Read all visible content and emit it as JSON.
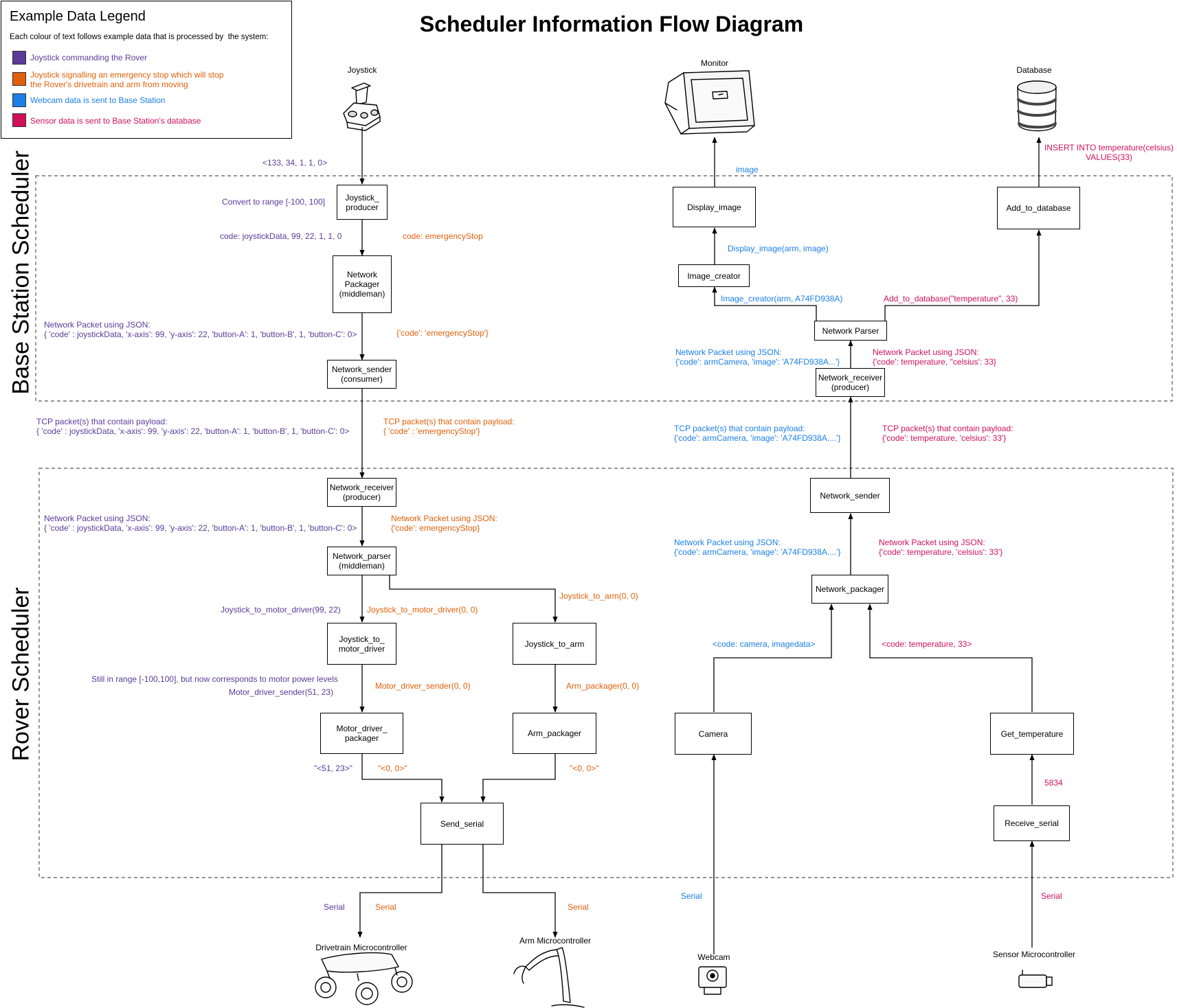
{
  "title": "Scheduler Information Flow Diagram",
  "legend": {
    "heading": "Example Data Legend",
    "description": "Each colour of text follows example data that is processed by  the system:",
    "items": [
      {
        "text": "Joystick commanding the Rover",
        "color": "#5b3a9a"
      },
      {
        "text": "Joystick signalling an emergency stop which will stop\nthe Rover's drivetrain and arm from moving",
        "color": "#e0600a"
      },
      {
        "text": "Webcam data is sent to Base Station",
        "color": "#1a7fe8"
      },
      {
        "text": "Sensor data is sent to Base Station's database",
        "color": "#d0105a"
      }
    ]
  },
  "lanes": {
    "base_station": "Base Station Scheduler",
    "rover": "Rover Scheduler"
  },
  "devices": {
    "joystick": "Joystick",
    "monitor": "Monitor",
    "database": "Database",
    "drivetrain": "Drivetrain Microcontroller",
    "arm": "Arm Microcontroller",
    "webcam": "Webcam",
    "sensor": "Sensor Microcontroller"
  },
  "nodes": {
    "joystick_producer": "Joystick_\nproducer",
    "network_packager_bs": "Network\nPackager\n(middleman)",
    "network_sender_bs": "Network_sender\n(consumer)",
    "display_image": "Display_image",
    "image_creator": "Image_creator",
    "network_parser_bs": "Network Parser",
    "network_receiver_bs": "Network_receiver\n(producer)",
    "add_to_database": "Add_to_database",
    "network_receiver_rv": "Network_receiver\n(producer)",
    "network_parser_rv": "Network_parser\n(middleman)",
    "joystick_to_motor_driver": "Joystick_to_\nmotor_driver",
    "joystick_to_arm": "Joystick_to_arm",
    "motor_driver_packager": "Motor_driver_\npackager",
    "arm_packager": "Arm_packager",
    "send_serial": "Send_serial",
    "network_sender_rv": "Network_sender",
    "network_packager_rv": "Network_packager",
    "camera": "Camera",
    "get_temperature": "Get_temperature",
    "receive_serial": "Receive_serial"
  },
  "labels": {
    "joy_raw": "<133, 34, 1, 1, 0>",
    "convert_range": "Convert to range [-100, 100]",
    "code_joystick": "code: joystickData, 99, 22, 1, 1, 0",
    "code_estop": "code: emergencyStop",
    "json_joystick_bs": "Network Packet using JSON:\n{ 'code' : joystickData, 'x-axis': 99, 'y-axis': 22, 'button-A': 1, 'button-B', 1, 'button-C': 0>",
    "json_estop_bs": "{'code': 'emergencyStop'}",
    "tcp_joystick": "TCP packet(s) that contain payload:\n{ 'code' : joystickData, 'x-axis': 99, 'y-axis': 22, 'button-A': 1, 'button-B', 1, 'button-C': 0>",
    "tcp_estop": "TCP packet(s) that contain payload:\n{ 'code' : 'emergencyStop'}",
    "json_joystick_rv": "Network Packet using JSON:\n{ 'code' : joystickData, 'x-axis': 99, 'y-axis': 22, 'button-A': 1, 'button-B', 1, 'button-C': 0>",
    "json_estop_rv": "Network Packet using JSON:\n{'code': emergencyStop}",
    "jtm_purple": "Joystick_to_motor_driver(99, 22)",
    "jtm_orange": "Joystick_to_motor_driver(0, 0)",
    "jta_orange": "Joystick_to_arm(0, 0)",
    "still_in_range": "Still in range [-100,100], but now corresponds to motor power levels",
    "mds_purple": "Motor_driver_sender(51, 23)",
    "mds_orange": "Motor_driver_sender(0, 0)",
    "arm_pack_orange": "Arm_packager(0, 0)",
    "serial_51": "\"<51, 23>\"",
    "serial_00_a": "\"<0, 0>\"",
    "serial_00_b": "\"<0, 0>\"",
    "serial_p": "Serial",
    "serial_o1": "Serial",
    "serial_o2": "Serial",
    "serial_b": "Serial",
    "serial_r": "Serial",
    "image": "image",
    "display_image_call": "Display_image(arm, image)",
    "image_creator_call": "Image_creator(arm, A74FD938A)",
    "add_db_call": "Add_to_database(\"temperature\", 33)",
    "insert_sql": "INSERT INTO temperature(celsius)\nVALUES(33)",
    "json_cam_bs": "Network Packet using JSON:\n{'code': armCamera, 'image': 'A74FD938A...'}",
    "json_temp_bs": "Network Packet using JSON:\n{'code': temperature, \"celsius': 33}",
    "tcp_cam": "TCP packet(s) that contain payload:\n{'code': armCamera, 'image': 'A74FD938A....'}",
    "tcp_temp": "TCP packet(s) that contain payload:\n{'code': temperature, 'celsius': 33'}",
    "json_cam_rv": "Network Packet using JSON:\n{'code': armCamera, 'image': 'A74FD938A....'}",
    "json_temp_rv": "Network Packet using JSON:\n{'code': temperature, 'celsius': 33'}",
    "code_camera": "<code: camera, imagedata>",
    "code_temp": "<code: temperature, 33>",
    "raw_5834": "5834"
  }
}
